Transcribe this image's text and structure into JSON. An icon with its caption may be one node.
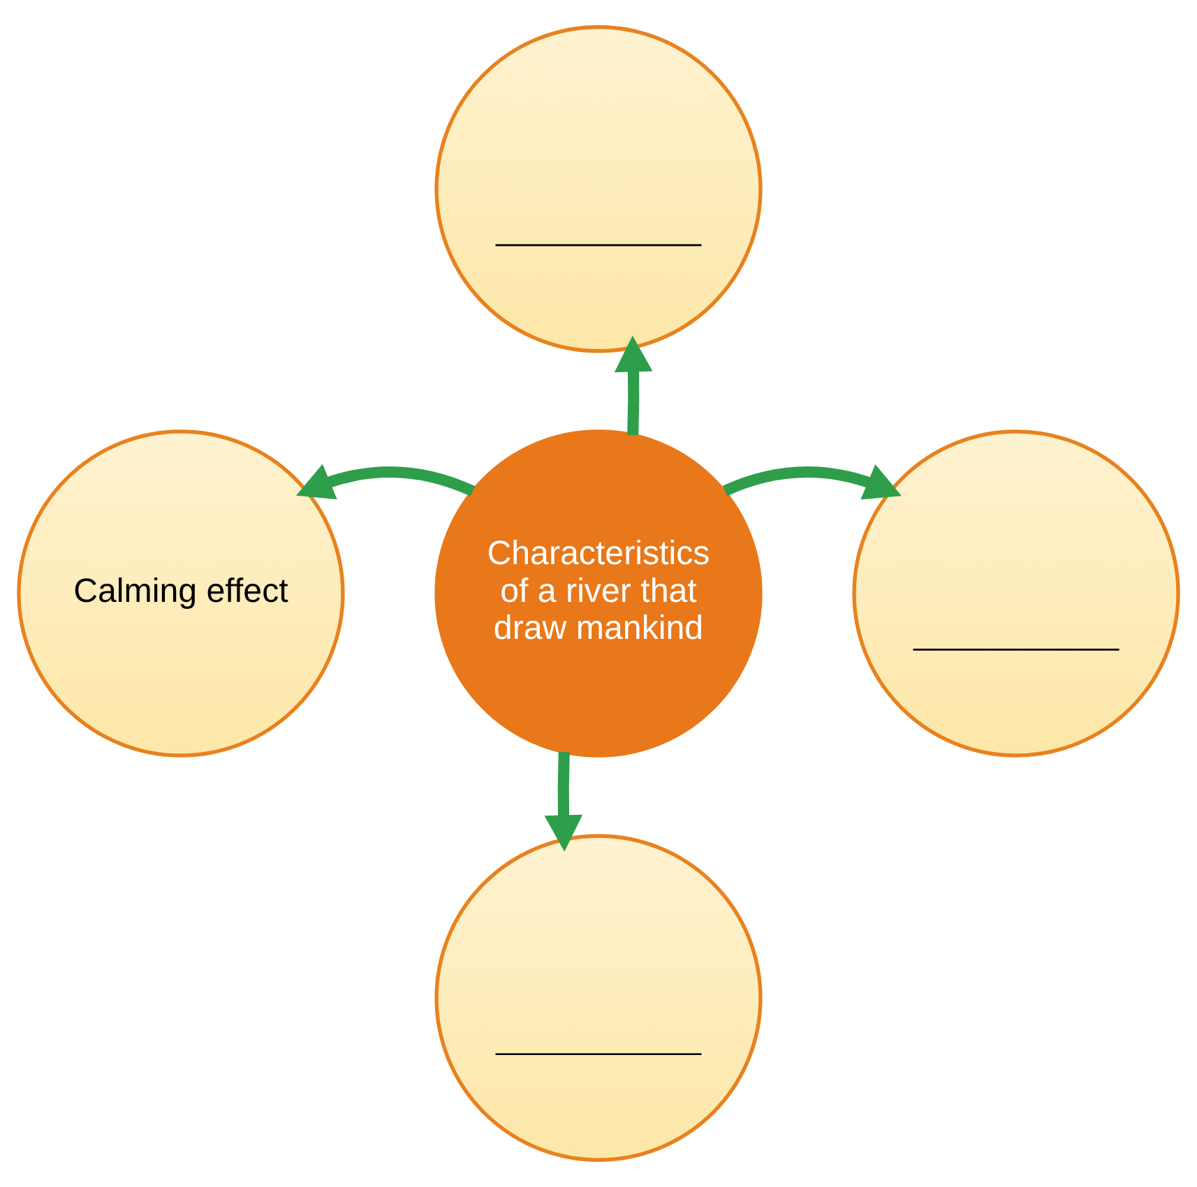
{
  "diagram": {
    "nodes": [
      {
        "text": [],
        "shape": "circle"
      },
      {
        "text": [
          "Calming effect"
        ]
      },
      {
        "text": [
          "Characteristics of a river that draw mankind"
        ]
      },
      {
        "text": [],
        "shape": "circle"
      },
      {
        "text": [],
        "shape": "circle"
      }
    ],
    "edges": [
      {
        "from": 2,
        "to": 0,
        "arrow": "to"
      },
      {
        "from": 2,
        "to": 1,
        "arrow": "to"
      },
      {
        "from": 2,
        "to": 3,
        "arrow": "to"
      },
      {
        "from": 2,
        "to": 4,
        "arrow": "to"
      }
    ]
  }
}
